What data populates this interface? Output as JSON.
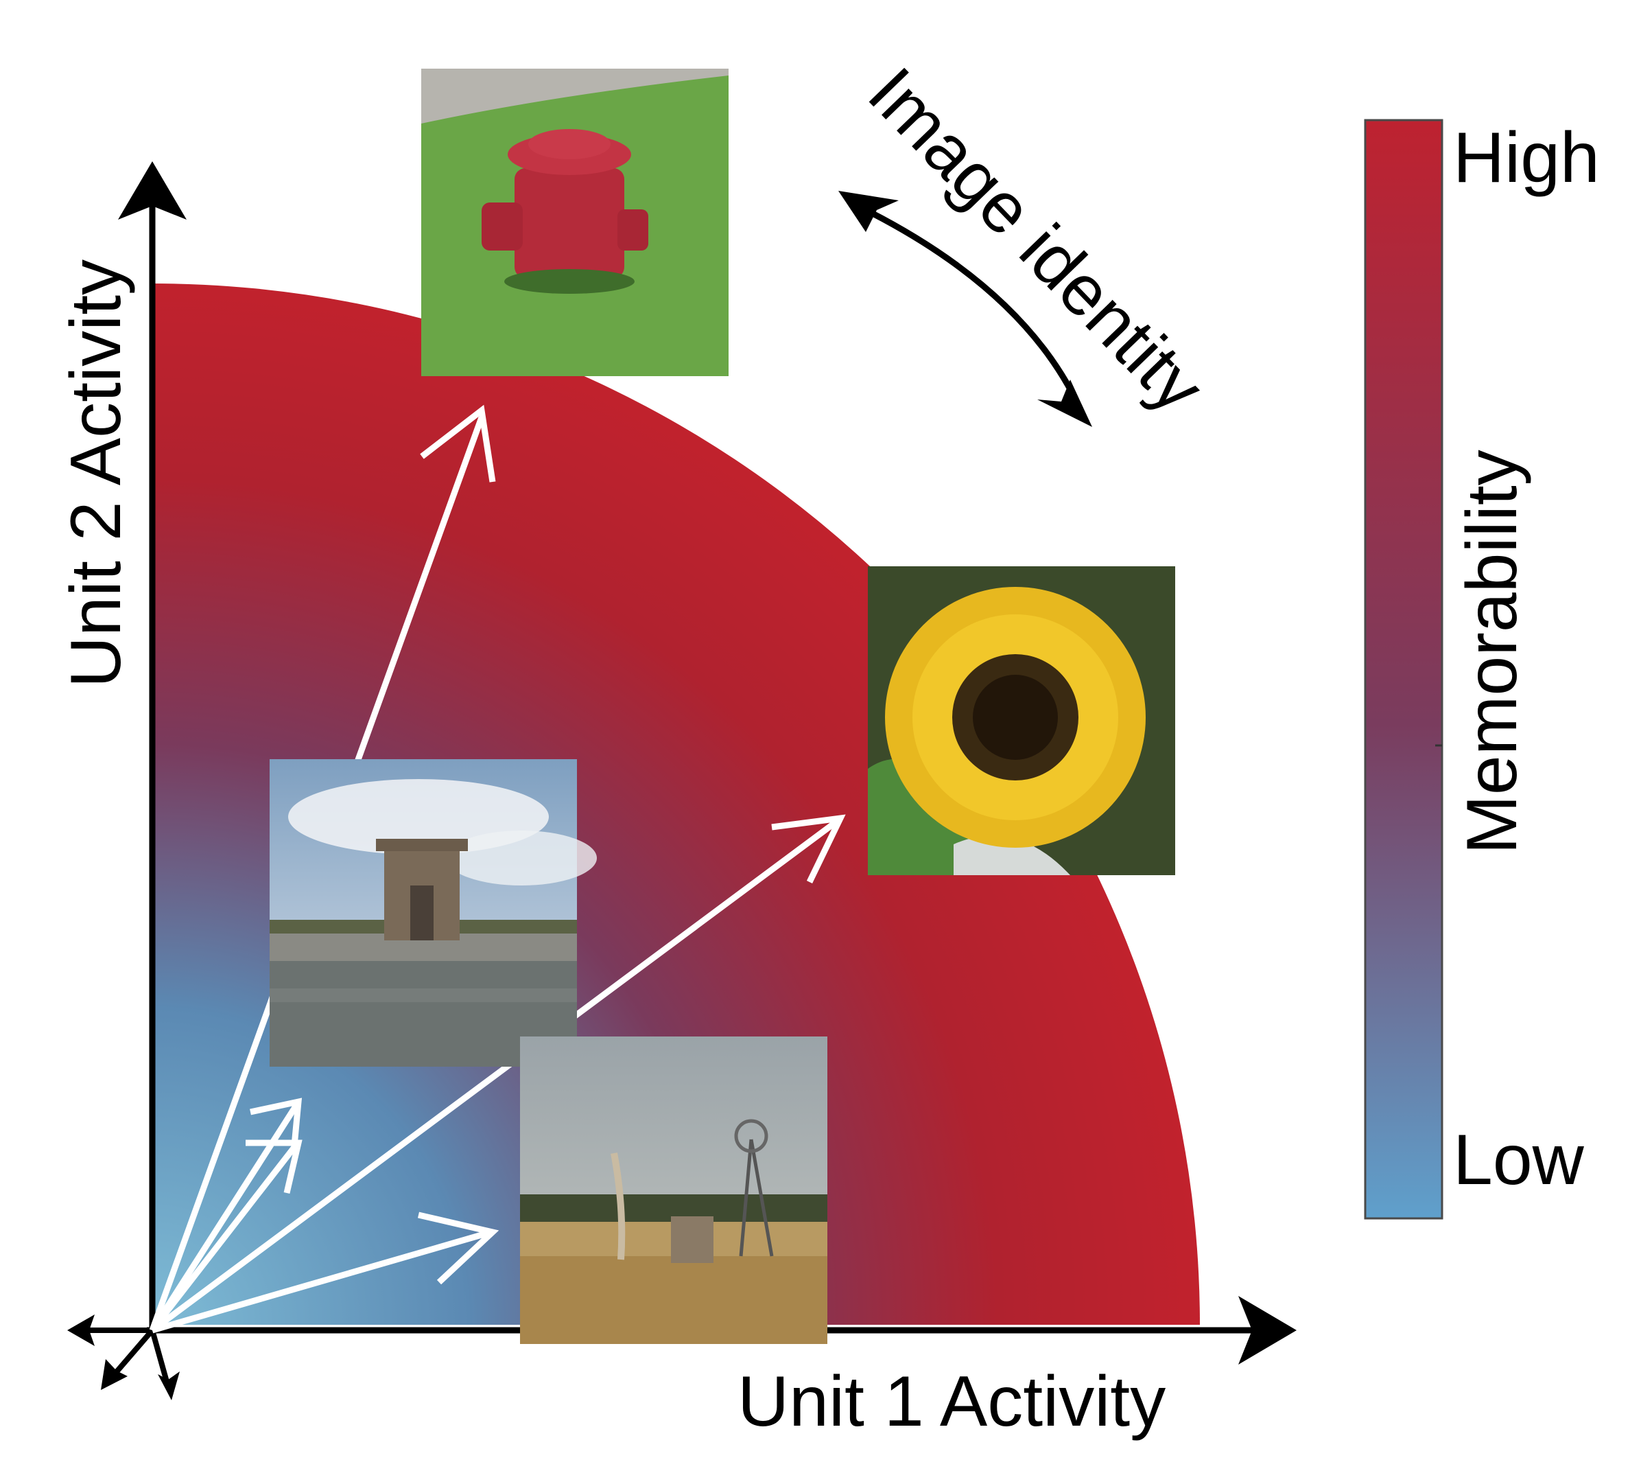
{
  "axes": {
    "x_label": "Unit 1 Activity",
    "y_label": "Unit 2 Activity"
  },
  "colorbar": {
    "title": "Memorability",
    "high_label": "High",
    "low_label": "Low",
    "color_high": "#be2230",
    "color_low": "#5fa0cc"
  },
  "annotation": {
    "identity_label": "Image identity",
    "identity_arrow": "double-headed-curved-arrow"
  },
  "images": [
    {
      "subject": "fire hydrant",
      "memorability": "high"
    },
    {
      "subject": "sunflower",
      "memorability": "high"
    },
    {
      "subject": "temple",
      "memorability": "low"
    },
    {
      "subject": "windmill",
      "memorability": "low"
    }
  ],
  "colors": {
    "gradient_center": "#7fbcd6",
    "gradient_mid": "#7a3a5c",
    "gradient_outer": "#be2230",
    "arrow": "#ffffff",
    "axis": "#000000"
  }
}
